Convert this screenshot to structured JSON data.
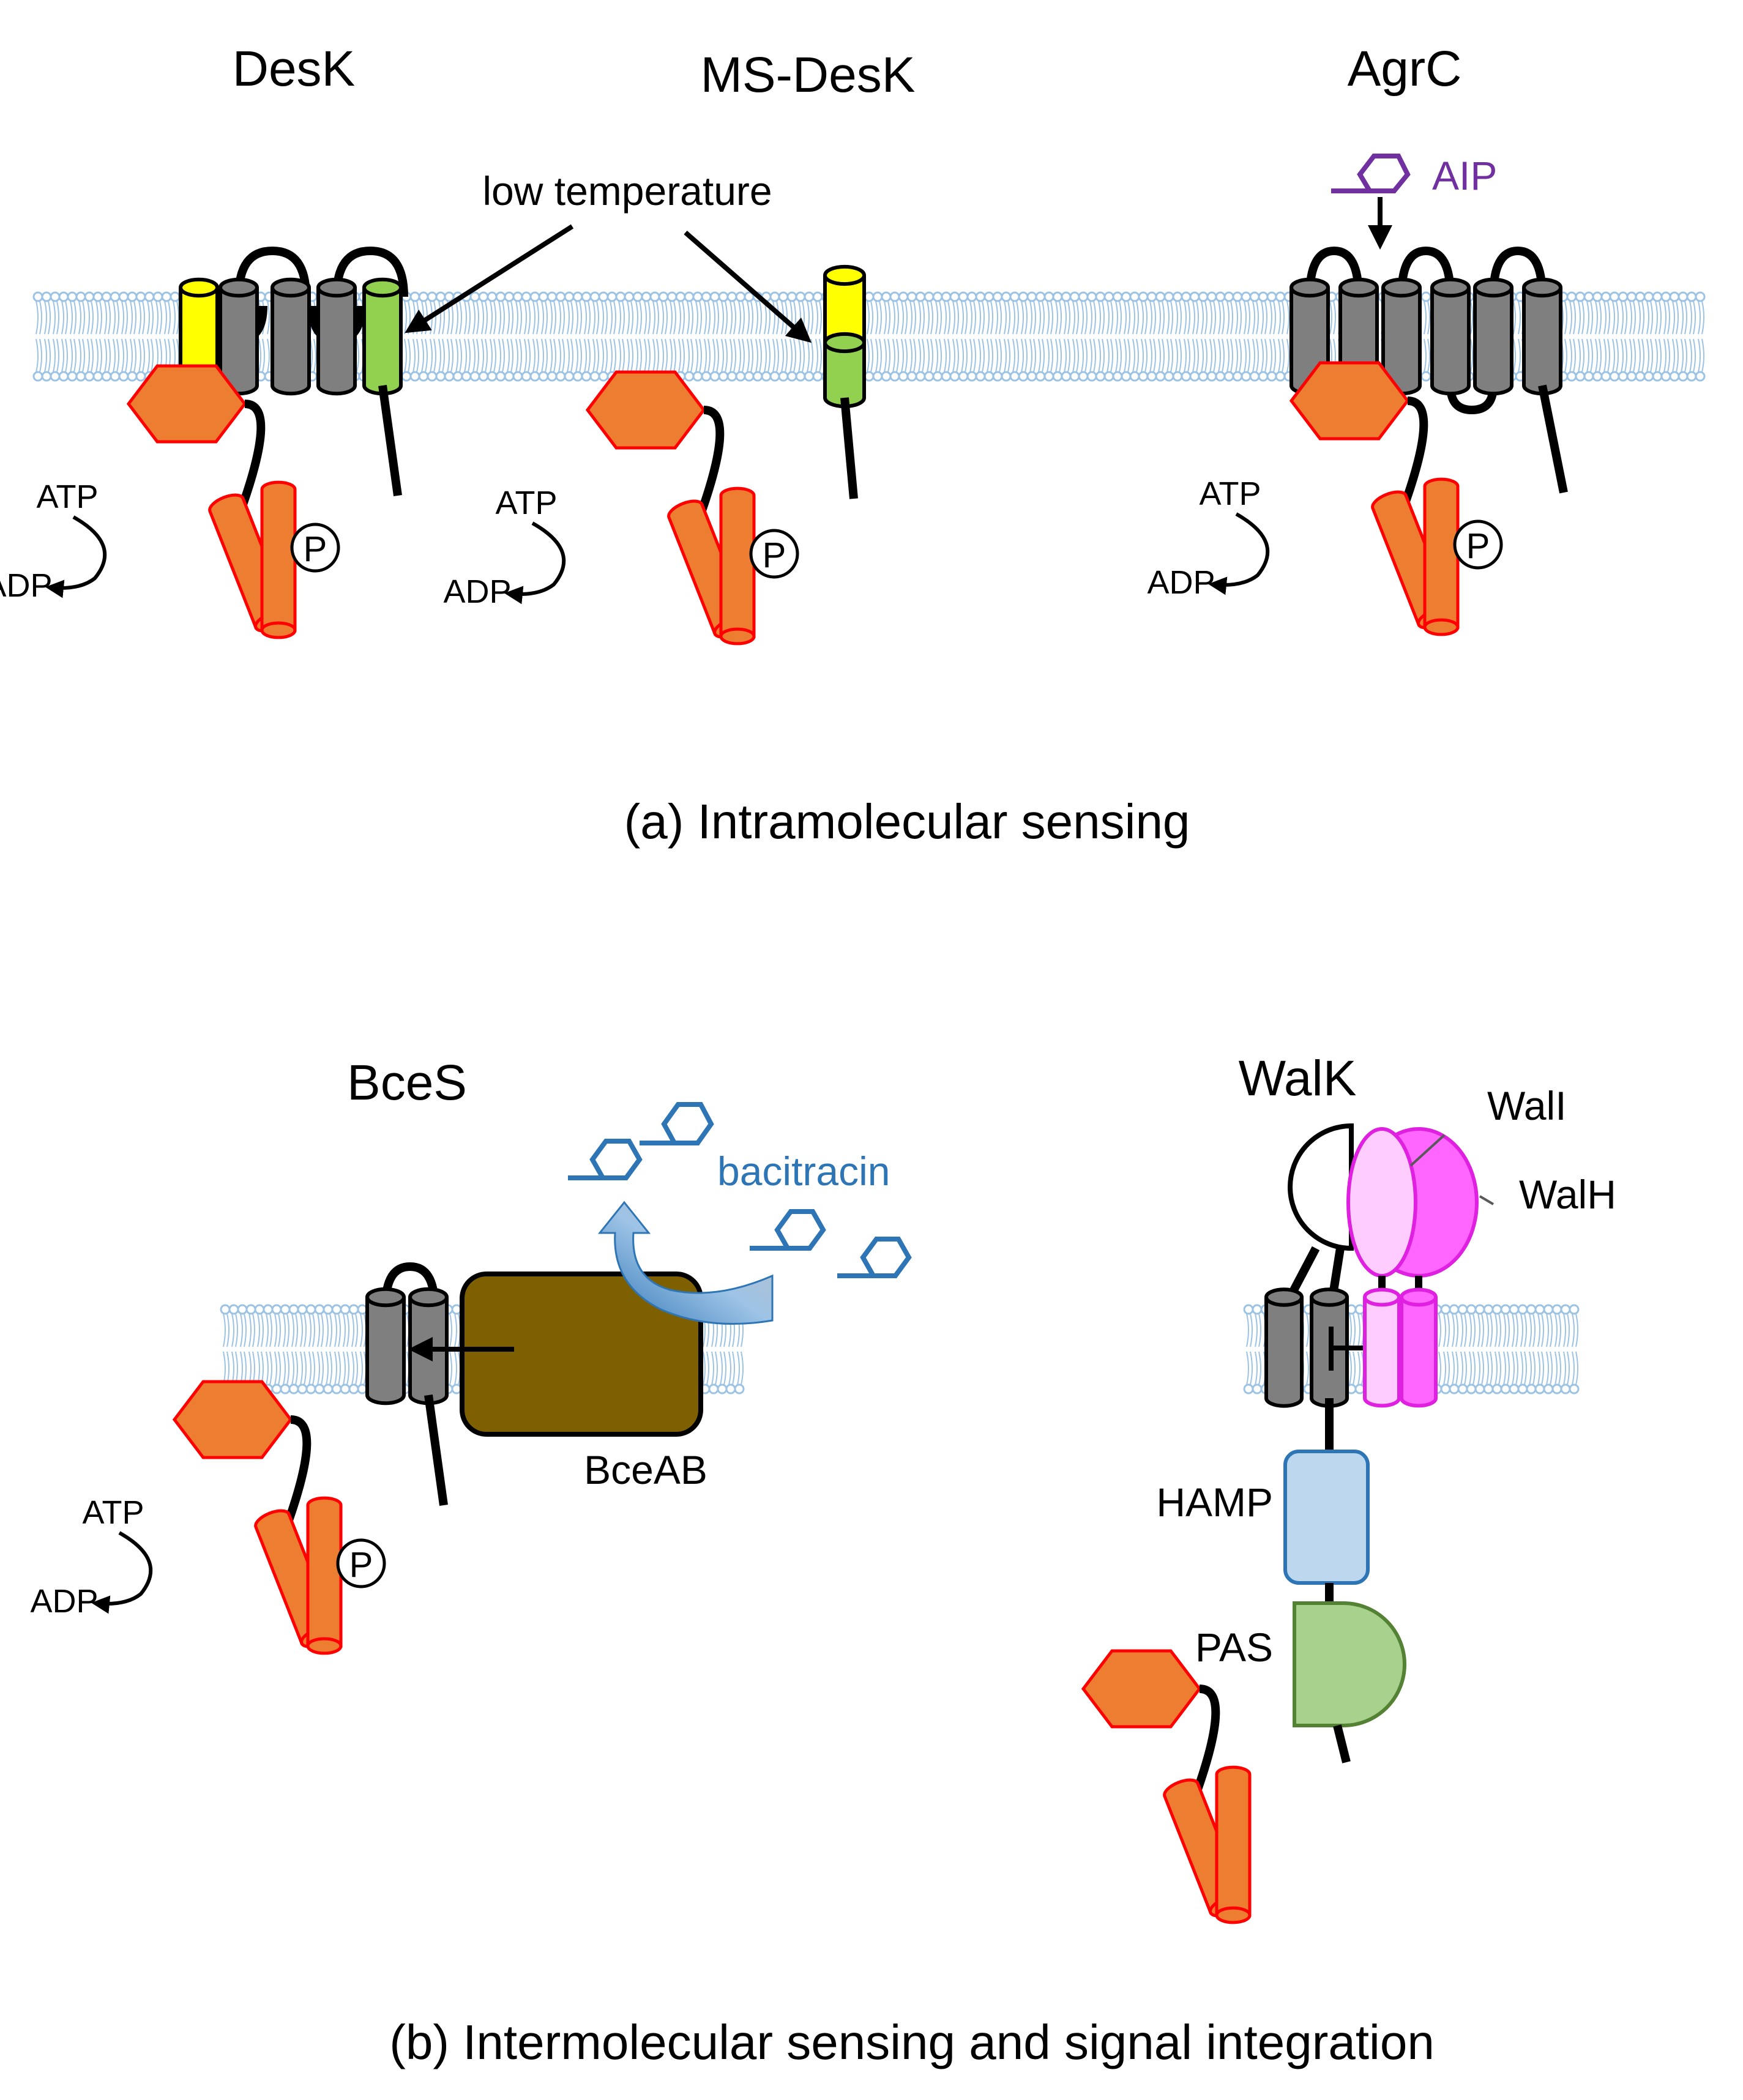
{
  "panel_a": {
    "caption": "(a) Intramolecular sensing",
    "proteins": [
      "DesK",
      "MS-DesK",
      "AgrC"
    ],
    "signal": "low temperature",
    "ligand": "AIP"
  },
  "panel_b": {
    "caption": "(b) Intermolecular sensing and signal integration",
    "proteins": [
      "BceS",
      "WalK"
    ],
    "transporter": "BceAB",
    "ligand": "bacitracin",
    "partners": [
      "WalI",
      "WalH"
    ],
    "domains": [
      "HAMP",
      "PAS"
    ]
  },
  "reaction": {
    "substrate": "ATP",
    "product": "ADP",
    "phospho": "P"
  },
  "colors": {
    "membrane": "#9cc3e4",
    "tm_helix": "#7f7f7f",
    "yellow_helix": "#ffff00",
    "green_helix": "#92d050",
    "kinase": "#ed7d31",
    "kinase_outline": "#ff0000",
    "aip": "#7030a0",
    "bacitracin": "#2e75b6",
    "bceab": "#7f6000",
    "hamp": "#bdd7ee",
    "pas": "#a9d18e",
    "wali": "#ffccff",
    "walh": "#ff66ff"
  }
}
